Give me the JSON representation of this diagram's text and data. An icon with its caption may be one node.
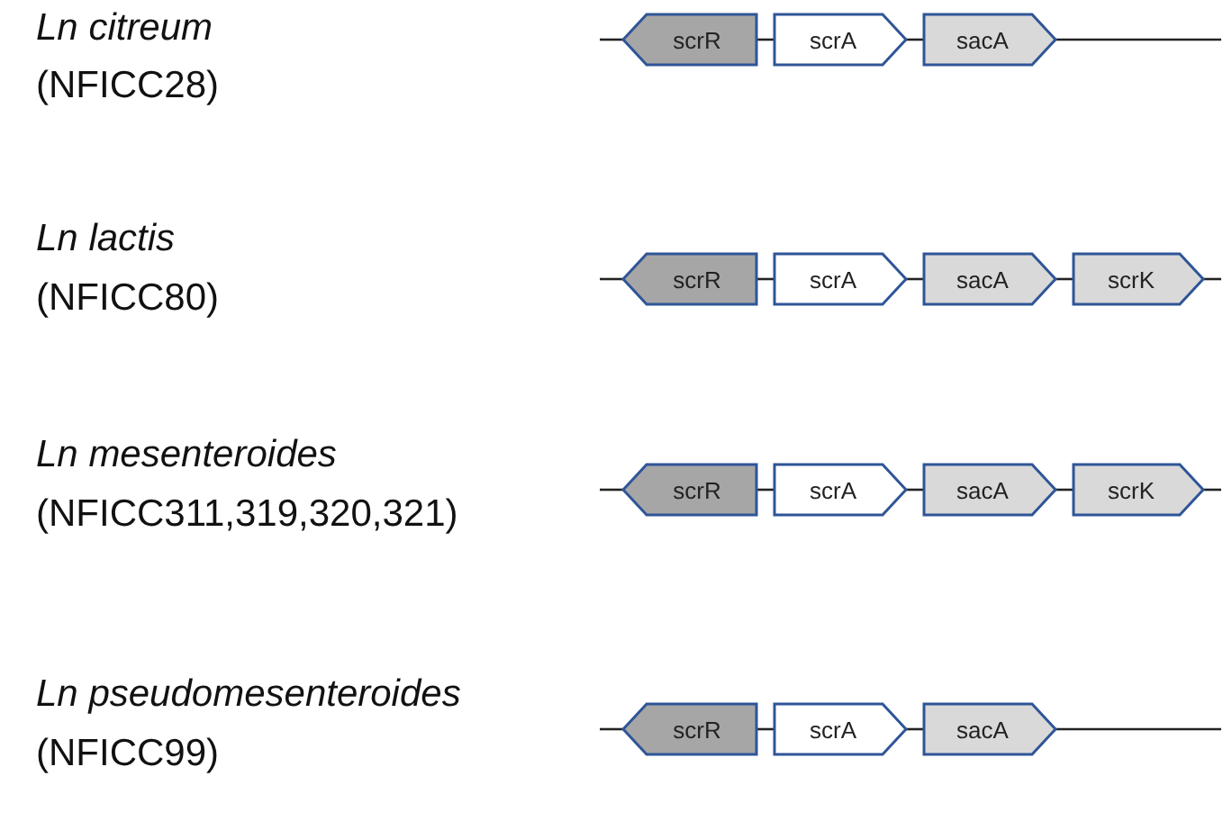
{
  "diagram": {
    "nodes": [
      {
        "text": [
          "scrR"
        ]
      },
      {
        "text": [
          "scrA"
        ]
      },
      {
        "text": [
          "sacA"
        ]
      },
      {
        "text": [
          "scrR"
        ]
      },
      {
        "text": [
          "scrA"
        ]
      },
      {
        "text": [
          "sacA"
        ]
      },
      {
        "text": [
          "scrK"
        ]
      },
      {
        "text": [
          "scrR"
        ]
      },
      {
        "text": [
          "scrA"
        ]
      },
      {
        "text": [
          "sacA"
        ]
      },
      {
        "text": [
          "scrK"
        ]
      },
      {
        "text": [
          "scrR"
        ]
      },
      {
        "text": [
          "scrA"
        ]
      },
      {
        "text": [
          "sacA"
        ]
      }
    ],
    "edges": [
      {
        "from": null,
        "to": 0,
        "arrow": "none"
      },
      {
        "from": 0,
        "to": 1,
        "arrow": "none"
      },
      {
        "from": 1,
        "to": 2,
        "arrow": "none"
      },
      {
        "from": 2,
        "to": null,
        "arrow": "none"
      },
      {
        "from": null,
        "to": 3,
        "arrow": "none"
      },
      {
        "from": 3,
        "to": 4,
        "arrow": "none"
      },
      {
        "from": 4,
        "to": 5,
        "arrow": "none"
      },
      {
        "from": 5,
        "to": 6,
        "arrow": "none"
      },
      {
        "from": 6,
        "to": null,
        "arrow": "none"
      },
      {
        "from": null,
        "to": 7,
        "arrow": "none"
      },
      {
        "from": 7,
        "to": 8,
        "arrow": "none"
      },
      {
        "from": 8,
        "to": 9,
        "arrow": "none"
      },
      {
        "from": 9,
        "to": 10,
        "arrow": "none"
      },
      {
        "from": 10,
        "to": null,
        "arrow": "none"
      },
      {
        "from": null,
        "to": 11,
        "arrow": "none"
      },
      {
        "from": 11,
        "to": 12,
        "arrow": "none"
      },
      {
        "from": 12,
        "to": 13,
        "arrow": "none"
      },
      {
        "from": 13,
        "to": null,
        "arrow": "none"
      }
    ],
    "labels": [
      "Ln citreum",
      "(NFICC28)",
      "Ln lactis",
      "(NFICC80)",
      "Ln mesenteroides",
      "(NFICC311,319,320,321)",
      "Ln pseudomesenteroides",
      "(NFICC99)"
    ]
  }
}
